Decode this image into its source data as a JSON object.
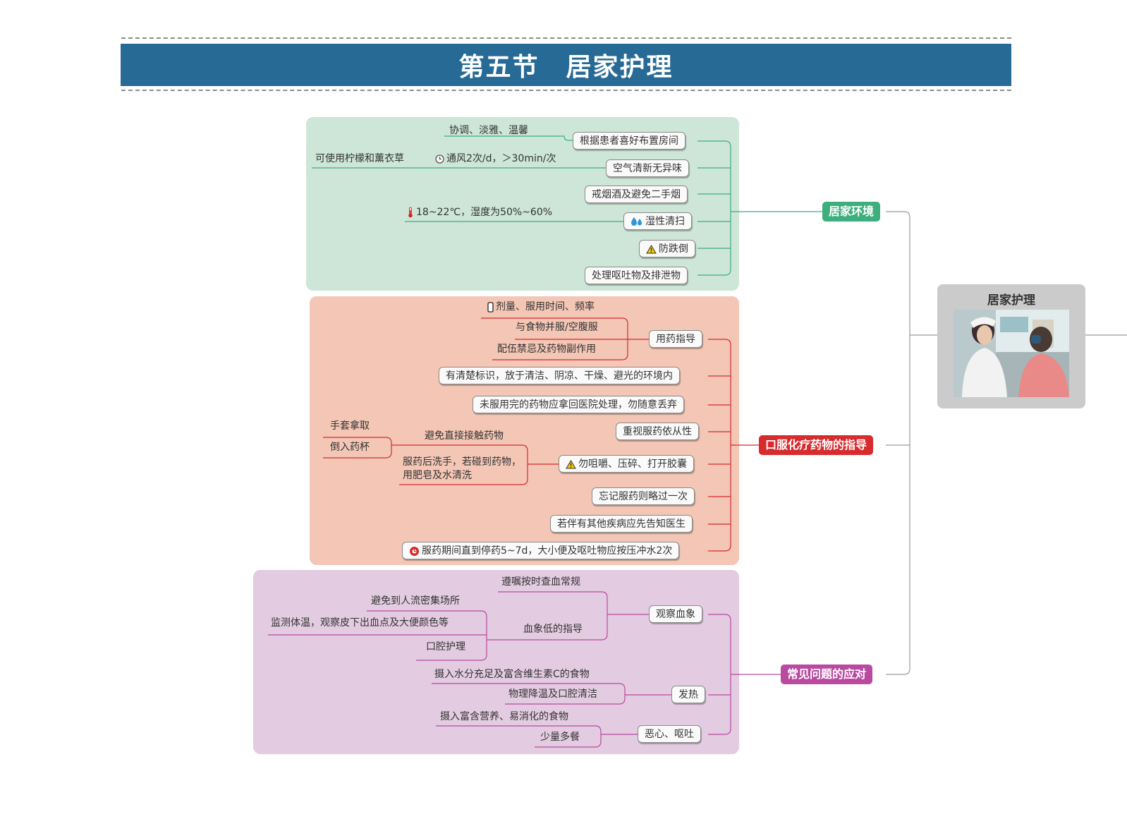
{
  "title": "第五节　居家护理",
  "root": {
    "label": "居家护理"
  },
  "colors": {
    "banner": "#276a96",
    "env": "#3dae7d",
    "oral": "#d72b2e",
    "common": "#b94aa0"
  },
  "branches": {
    "env": {
      "label": "居家环境",
      "items": [
        {
          "label": "根据患者喜好布置房间",
          "detail": "协调、淡雅、温馨"
        },
        {
          "label": "空气清新无异味",
          "detail": "通风2次/d，＞30min/次",
          "detail2": "可使用柠檬和薰衣草"
        },
        {
          "label": "戒烟酒及避免二手烟"
        },
        {
          "label": "湿性清扫",
          "detail": "18~22℃，湿度为50%~60%"
        },
        {
          "label": "防跌倒"
        },
        {
          "label": "处理呕吐物及排泄物"
        }
      ]
    },
    "oral": {
      "label": "口服化疗药物的指导",
      "items": [
        {
          "label": "用药指导",
          "details": [
            "剂量、服用时间、频率",
            "与食物并服/空腹服",
            "配伍禁忌及药物副作用"
          ]
        },
        {
          "label": "有清楚标识，放于清洁、阴凉、干燥、避光的环境内"
        },
        {
          "label": "未服用完的药物应拿回医院处理，勿随意丢弃"
        },
        {
          "label": "重视服药依从性"
        },
        {
          "label": "勿咀嚼、压碎、打开胶囊",
          "details": [
            "避免直接接触药物",
            "服药后洗手，若碰到药物，用肥皂及水清洗"
          ],
          "sub": [
            "手套拿取",
            "倒入药杯"
          ]
        },
        {
          "label": "忘记服药则略过一次"
        },
        {
          "label": "若伴有其他疾病应先告知医生"
        },
        {
          "label": "服药期间直到停药5~7d，大小便及呕吐物应按压冲水2次"
        }
      ]
    },
    "common": {
      "label": "常见问题的应对",
      "items": [
        {
          "label": "观察血象",
          "details": [
            "遵嘱按时查血常规",
            "血象低的指导"
          ],
          "sub": [
            "避免到人流密集场所",
            "监测体温，观察皮下出血点及大便颜色等",
            "口腔护理"
          ]
        },
        {
          "label": "发热",
          "details": [
            "摄入水分充足及富含维生素C的食物",
            "物理降温及口腔清洁"
          ]
        },
        {
          "label": "恶心、呕吐",
          "details": [
            "摄入富含营养、易消化的食物",
            "少量多餐"
          ]
        }
      ]
    }
  }
}
